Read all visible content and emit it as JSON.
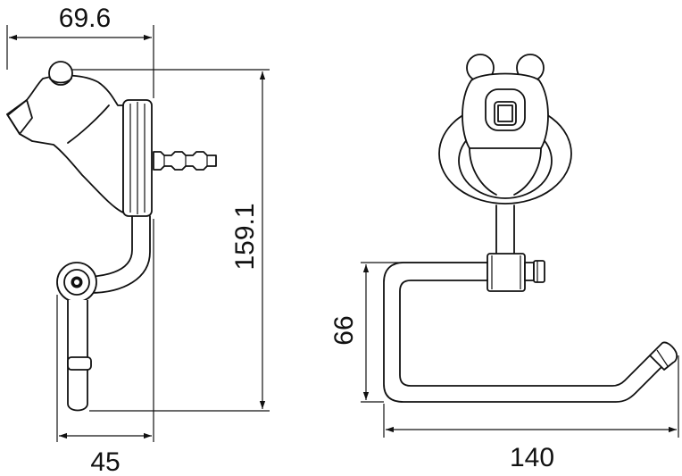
{
  "dimensions": {
    "top_width": "69.6",
    "height": "159.1",
    "bottom_width": "45",
    "depth": "66",
    "length": "140"
  },
  "colors": {
    "line": "#111111",
    "background": "#ffffff"
  }
}
